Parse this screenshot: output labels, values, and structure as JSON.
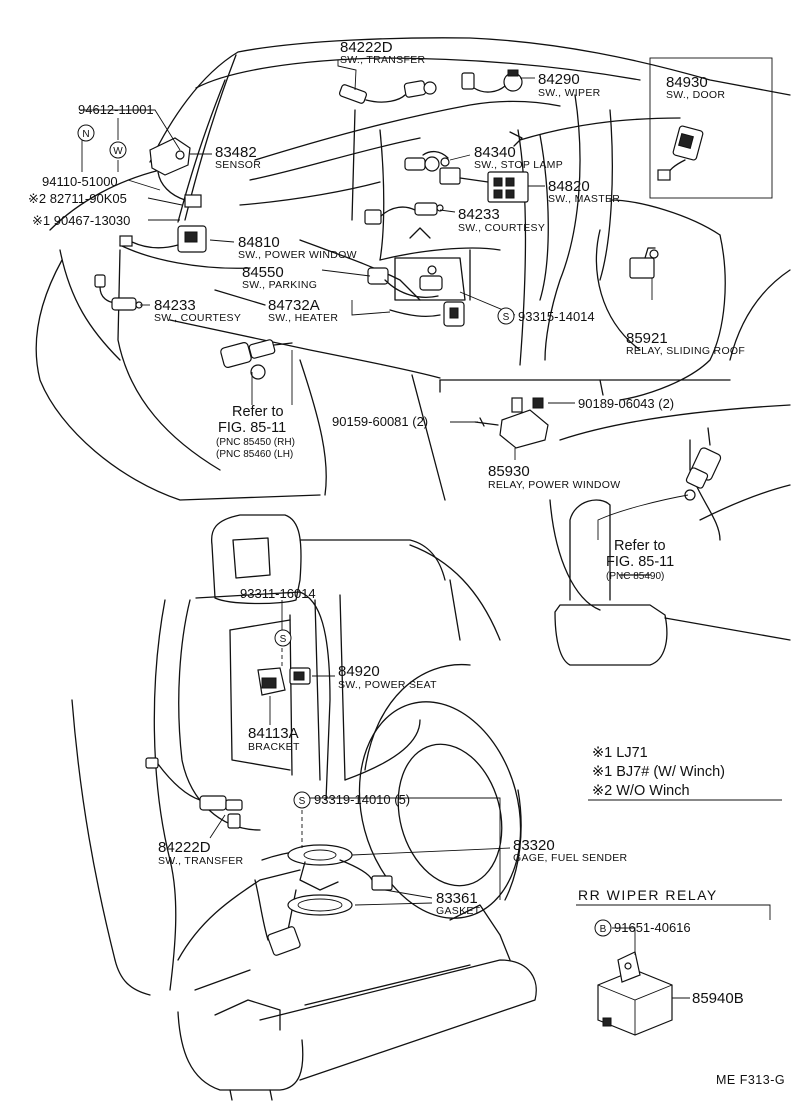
{
  "callouts": [
    {
      "id": "84222D-top",
      "number": "84222D",
      "desc": "SW., TRANSFER"
    },
    {
      "id": "84290",
      "number": "84290",
      "desc": "SW., WIPER"
    },
    {
      "id": "84930",
      "number": "84930",
      "desc": "SW., DOOR"
    },
    {
      "id": "94612",
      "number": "94612-11001",
      "desc": ""
    },
    {
      "id": "83482",
      "number": "83482",
      "desc": "SENSOR"
    },
    {
      "id": "84340",
      "number": "84340",
      "desc": "SW., STOP LAMP"
    },
    {
      "id": "94110",
      "number": "94110-51000",
      "desc": ""
    },
    {
      "id": "282711",
      "number": "※2 82711-90K05",
      "desc": ""
    },
    {
      "id": "84820",
      "number": "84820",
      "desc": "SW., MASTER"
    },
    {
      "id": "190467",
      "number": "※1 90467-13030",
      "desc": ""
    },
    {
      "id": "84233-mid",
      "number": "84233",
      "desc": "SW., COURTESY"
    },
    {
      "id": "84810",
      "number": "84810",
      "desc": "SW., POWER WINDOW"
    },
    {
      "id": "84550",
      "number": "84550",
      "desc": "SW., PARKING"
    },
    {
      "id": "84233-left",
      "number": "84233",
      "desc": "SW., COURTESY"
    },
    {
      "id": "84732A",
      "number": "84732A",
      "desc": "SW., HEATER"
    },
    {
      "id": "93315",
      "number": "93315-14014",
      "desc": ""
    },
    {
      "id": "85921",
      "number": "85921",
      "desc": "RELAY, SLIDING ROOF"
    },
    {
      "id": "90189",
      "number": "90189-06043 (2)",
      "desc": ""
    },
    {
      "id": "90159",
      "number": "90159-60081 (2)",
      "desc": ""
    },
    {
      "id": "85930",
      "number": "85930",
      "desc": "RELAY, POWER WINDOW"
    },
    {
      "id": "93311",
      "number": "93311-16014",
      "desc": ""
    },
    {
      "id": "84920",
      "number": "84920",
      "desc": "SW., POWER SEAT"
    },
    {
      "id": "84113A",
      "number": "84113A",
      "desc": "BRACKET"
    },
    {
      "id": "93319",
      "number": "93319-14010 (5)",
      "desc": ""
    },
    {
      "id": "84222D-bot",
      "number": "84222D",
      "desc": "SW., TRANSFER"
    },
    {
      "id": "83320",
      "number": "83320",
      "desc": "GAGE, FUEL SENDER"
    },
    {
      "id": "83361",
      "number": "83361",
      "desc": "GASKET"
    },
    {
      "id": "91651",
      "number": "91651-40616",
      "desc": ""
    },
    {
      "id": "85940B",
      "number": "85940B",
      "desc": ""
    }
  ],
  "refs": {
    "left": {
      "line1": "Refer to",
      "line2": "FIG. 85-11",
      "pnc1": "(PNC 85450 (RH)",
      "pnc2": "(PNC 85460 (LH)"
    },
    "right": {
      "line1": "Refer to",
      "line2": "FIG. 85-11",
      "pnc1": "(PNC 85490)"
    }
  },
  "symbols": {
    "n": "N",
    "w": "W",
    "s": "S",
    "b": "B"
  },
  "legend": [
    {
      "mark": "※1",
      "text": "LJ71"
    },
    {
      "mark": "※1",
      "text": "BJ7# (W/ Winch)"
    },
    {
      "mark": "※2",
      "text": "W/O Winch"
    }
  ],
  "rr_wiper_relay": {
    "title": "RR WIPER RELAY"
  },
  "footer": {
    "code": "ME F313-G"
  }
}
